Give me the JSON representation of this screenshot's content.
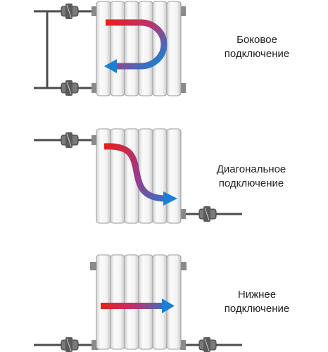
{
  "colors": {
    "hot": "#e8201a",
    "cold": "#1c7fd6",
    "pipe": "#4b4b4b",
    "radiator_fill": "#f1f1f1",
    "radiator_stroke": "#9a9a9a"
  },
  "diagrams": [
    {
      "id": "side",
      "caption_line1": "Боковое",
      "caption_line2": "подключение",
      "arrow_icon": "u-turn-arrow-icon"
    },
    {
      "id": "diagonal",
      "caption_line1": "Диагональное",
      "caption_line2": "подключение",
      "arrow_icon": "s-curve-arrow-icon"
    },
    {
      "id": "bottom",
      "caption_line1": "Нижнее",
      "caption_line2": "подключение",
      "arrow_icon": "straight-arrow-icon"
    }
  ]
}
